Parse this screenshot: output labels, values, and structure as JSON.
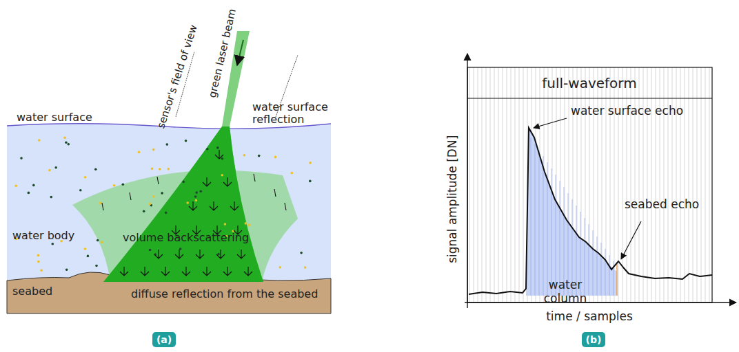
{
  "diagram": {
    "nodes": [
      {
        "text": [
          "(a)"
        ]
      },
      {
        "text": [
          "(b)"
        ]
      }
    ],
    "labels": [
      "sensor's field of view",
      "green laser beam",
      "water surface",
      "water surface reflection",
      "water body",
      "volume backscattering",
      "seabed",
      "diffuse reflection from the seabed",
      "full-waveform",
      "signal amplitude [DN]",
      "water surface echo",
      "seabed echo",
      "water column",
      "time / samples"
    ]
  }
}
